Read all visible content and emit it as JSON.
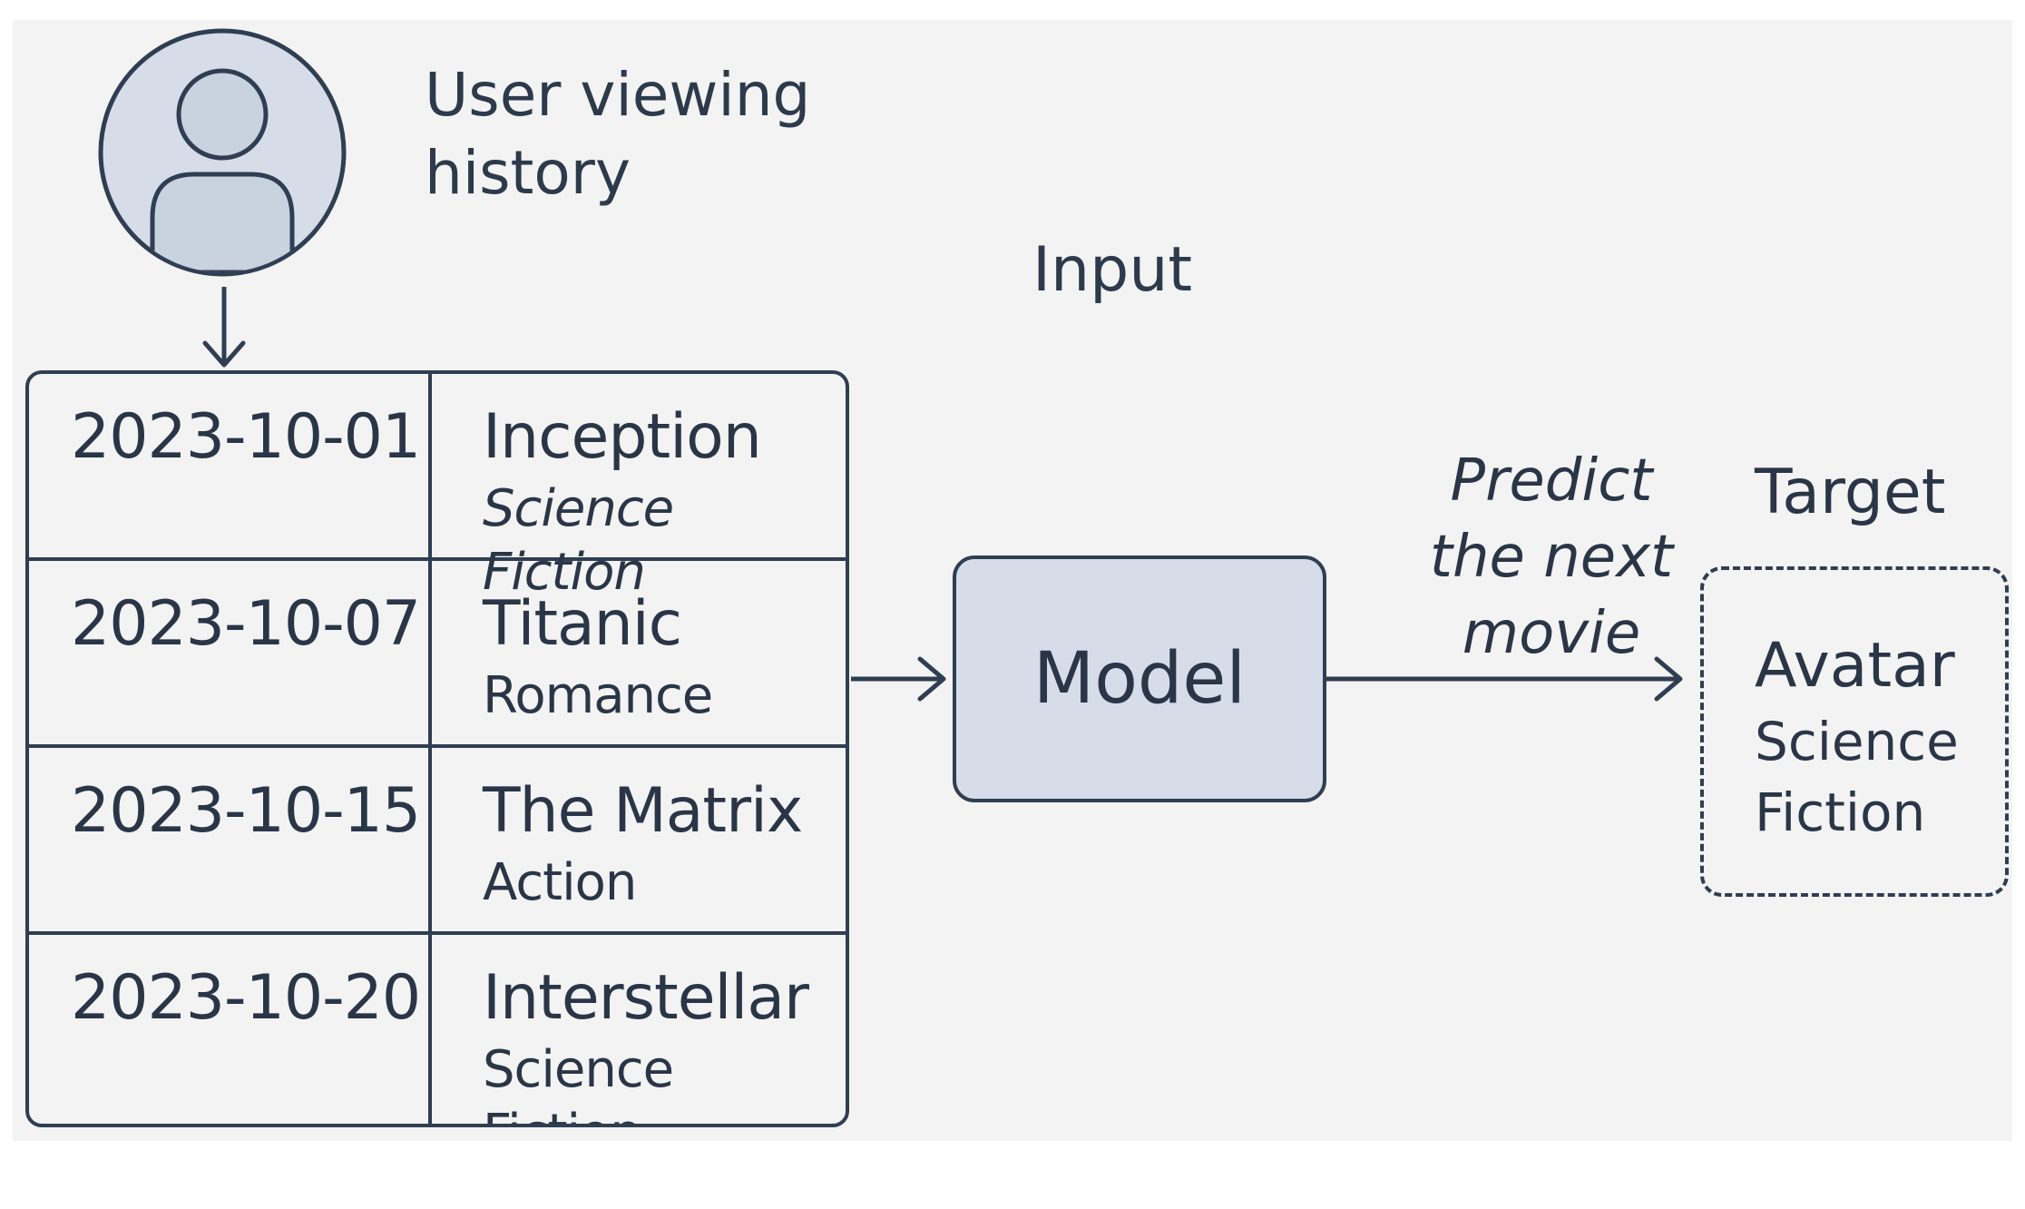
{
  "user": {
    "label": "User viewing history",
    "icon": "user-avatar-icon"
  },
  "input_label": "Input",
  "history": [
    {
      "date": "2023-10-01",
      "title": "Inception",
      "genre": "Science Fiction",
      "genre_italic": true
    },
    {
      "date": "2023-10-07",
      "title": "Titanic",
      "genre": "Romance",
      "genre_italic": false
    },
    {
      "date": "2023-10-15",
      "title": "The Matrix",
      "genre": "Action",
      "genre_italic": false
    },
    {
      "date": "2023-10-20",
      "title": "Interstellar",
      "genre": "Science Fiction",
      "genre_italic": false
    }
  ],
  "model": {
    "label": "Model"
  },
  "prediction": {
    "label": "Predict the next movie"
  },
  "target": {
    "label": "Target",
    "title": "Avatar",
    "genre": "Science Fiction"
  },
  "colors": {
    "background": "#f3f3f3",
    "stroke": "#2f3e52",
    "model_fill": "#d6dde8",
    "avatar_fill": "#d6dde8",
    "text": "#2a3647"
  }
}
